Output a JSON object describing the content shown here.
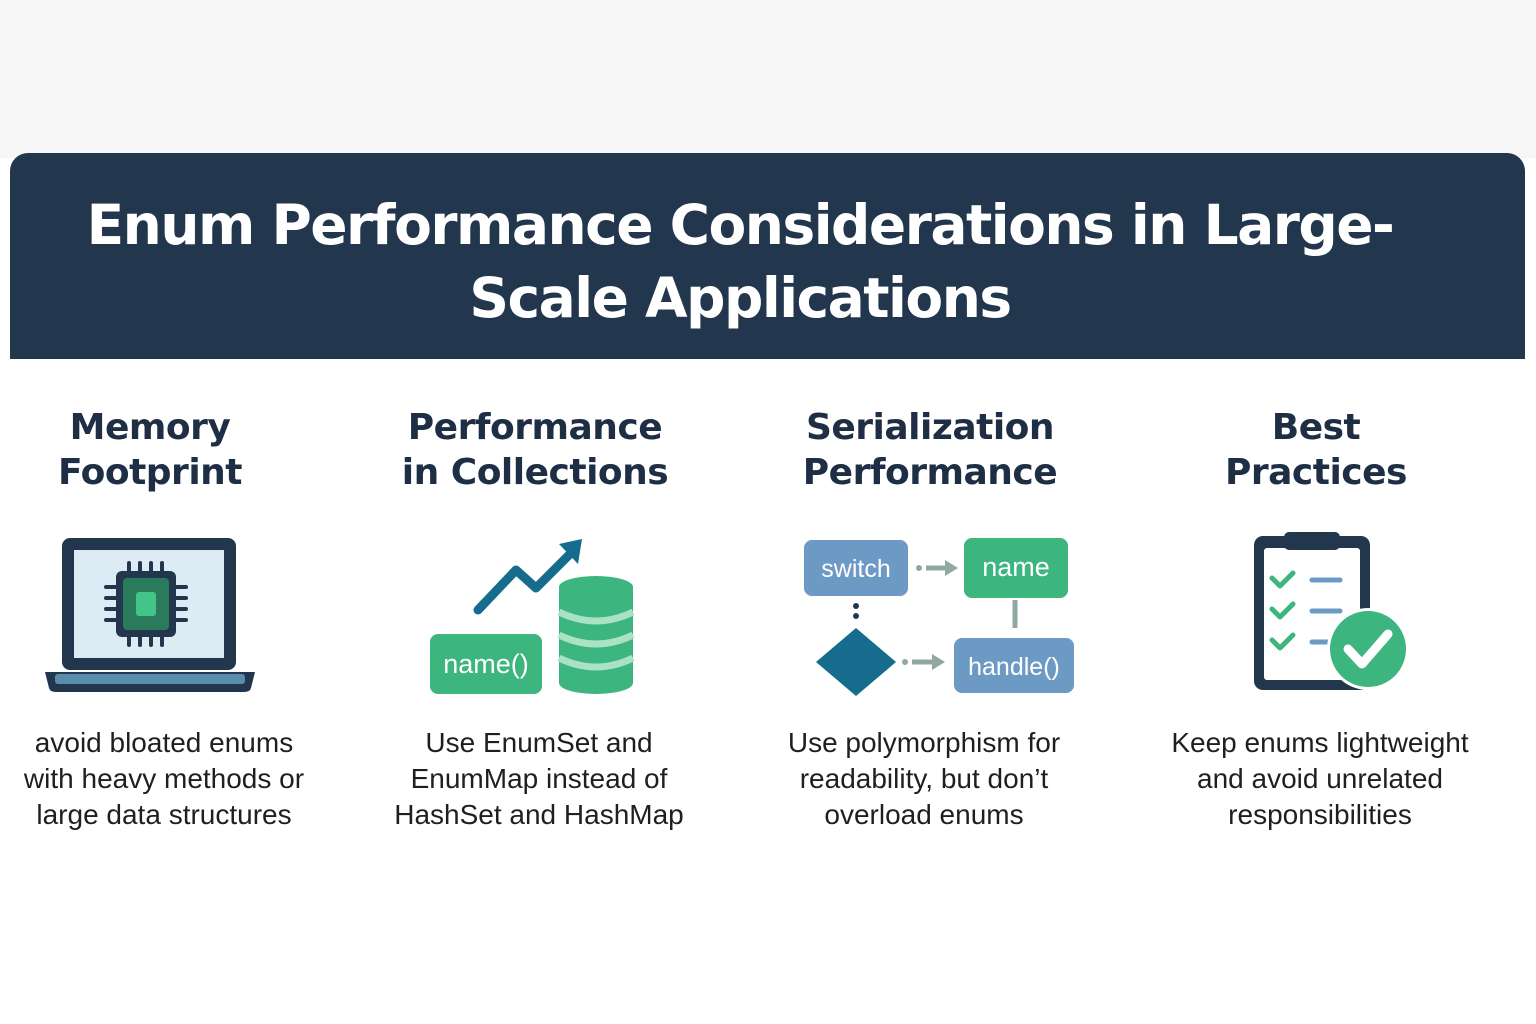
{
  "header": {
    "title": "Enum Performance Considerations in Large-Scale Applications"
  },
  "columns": [
    {
      "title": "Memory\nFootprint",
      "icon": "laptop-chip-icon",
      "description": "avoid bloated enums\nwith heavy methods or\nlarge data structures"
    },
    {
      "title": "Performance\nin Collections",
      "icon": "trend-database-icon",
      "badge": "name()",
      "description": "Use EnumSet and\nEnumMap instead of\nHashSet and HashMap"
    },
    {
      "title": "Serialization\nPerformance",
      "icon": "flowchart-icon",
      "nodes": [
        "switch",
        "name",
        "handle()"
      ],
      "description": "Use polymorphism for\nreadability, but don’t\noverload enums"
    },
    {
      "title": "Best\nPractices",
      "icon": "clipboard-checklist-icon",
      "description": "Keep enums lightweight\nand avoid unrelated\nresponsibilities"
    }
  ],
  "colors": {
    "header_bg": "#22364e",
    "title_text": "#1e2e44",
    "green": "#3db57f",
    "teal": "#156c8c",
    "steel_blue": "#6d9ac4"
  }
}
